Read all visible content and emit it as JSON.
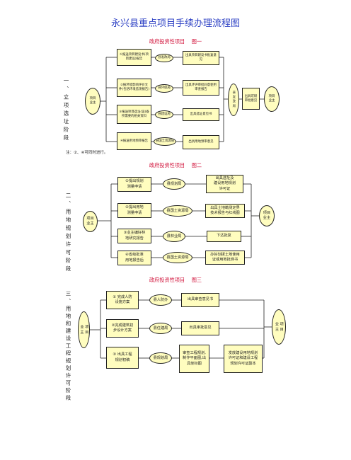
{
  "page_title": "永兴县重点项目手续办理流程图",
  "fig1": {
    "title": "政府投资性项目　 图一",
    "stage": "一、立项选址阶段",
    "owner": "项目\n业主",
    "rows": [
      {
        "step": "①报送项目建议书(项目建设)报告",
        "dept": "县发改局",
        "result": "出具项目建议书批复意见"
      },
      {
        "step": "②报环境影响评价文件(包括环境监测报告)",
        "dept": "县环保局",
        "result": "出具环评审批同意使用审查报告"
      },
      {
        "step": "③报送项目选址(设)备所需要的相关资料",
        "dept": "县建设局",
        "result": "出具选址意见书"
      },
      {
        "step": "④报送用地预审报告",
        "dept": "县国土资源局",
        "result": "出具用地预审意见"
      }
    ],
    "dept_final": "县发改局",
    "result_final": "出具可研审批意见",
    "owner_right": "项目\n业主",
    "note": "注：②、④可同时进行。"
  },
  "fig2": {
    "title": "政府投资性项目　 图二",
    "stage": "二、用地规划许可阶段",
    "owner_left": "项目\n业主",
    "owner_right": "项目\n业主",
    "rows": [
      {
        "step": "①提出规划\n测量申请",
        "dept": "县规划局",
        "result": "出具选址及\n建设用地规划\n许可证"
      },
      {
        "step": "②提出用地\n测量申请",
        "dept": "县国土资源局",
        "result": "出具土地勘测定界\n技术报告与红线图"
      },
      {
        "step": "③业主编好林\n地研究报告",
        "dept": "县林业局",
        "result": "下达批复"
      },
      {
        "step": "④省级批准\n用地报告后",
        "dept": "县国土资源局",
        "result": "办好划拨土地使用\n证或用地批准书"
      }
    ]
  },
  "fig3": {
    "title": "政府投资性项目　 图三",
    "stage": "三、用地和建设工程规划许可阶段",
    "owner_left": "项目\n业主",
    "owner_right": "项目\n业主",
    "rows": [
      {
        "step": "① 完成人防\n设施方案",
        "dept": "县人防办",
        "result": "出具审查意见书"
      },
      {
        "step": "②完成建筑初\n步设计方案",
        "dept": "县住建局",
        "result": "出具审批意见"
      },
      {
        "step": "③ 出具工程\n规划初稿",
        "dept": "县规划局",
        "result": "审查工程规划,\n制作平面图,出\n具坐标图",
        "final": "发放建设用地规划\n许可证和建设工程\n规划许可证副本"
      }
    ]
  }
}
